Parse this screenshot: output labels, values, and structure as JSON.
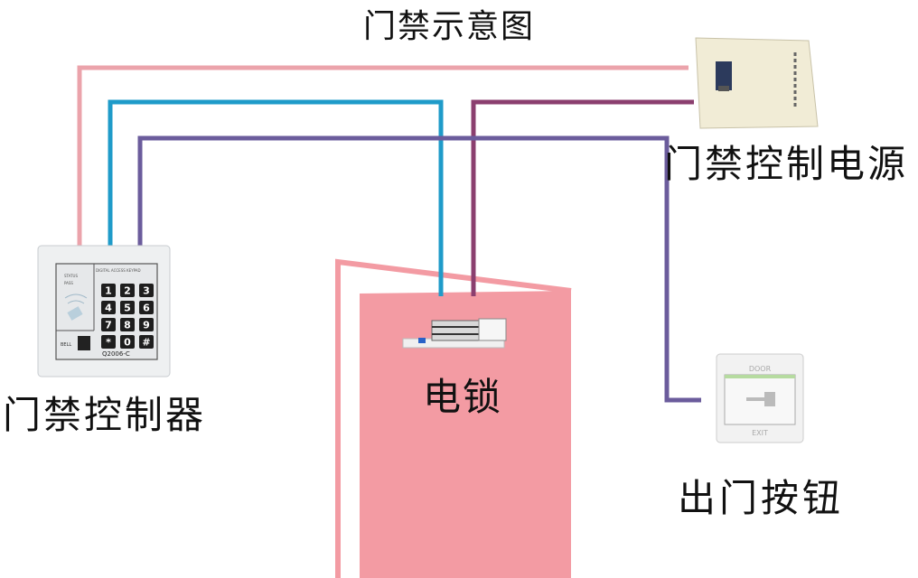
{
  "title": "门禁示意图",
  "labels": {
    "power": "门禁控制电源",
    "controller": "门禁控制器",
    "lock": "电锁",
    "exit_button": "出门按钮"
  },
  "keypad": {
    "header": "DIGITAL ACCESS KEYPAD",
    "status": "STATUS",
    "pass": "PASS",
    "bell": "BELL",
    "model": "Q2006-C",
    "keys": [
      "1",
      "2",
      "3",
      "4",
      "5",
      "6",
      "7",
      "8",
      "9",
      "*",
      "0",
      "#"
    ]
  },
  "exit_plate": {
    "top": "DOOR",
    "bottom": "EXIT"
  },
  "colors": {
    "wire_pink": "#eba3ab",
    "wire_blue": "#1f9bc9",
    "wire_magenta": "#8b3f6f",
    "wire_purple": "#6b5c9c",
    "door": "#f39ba3"
  }
}
